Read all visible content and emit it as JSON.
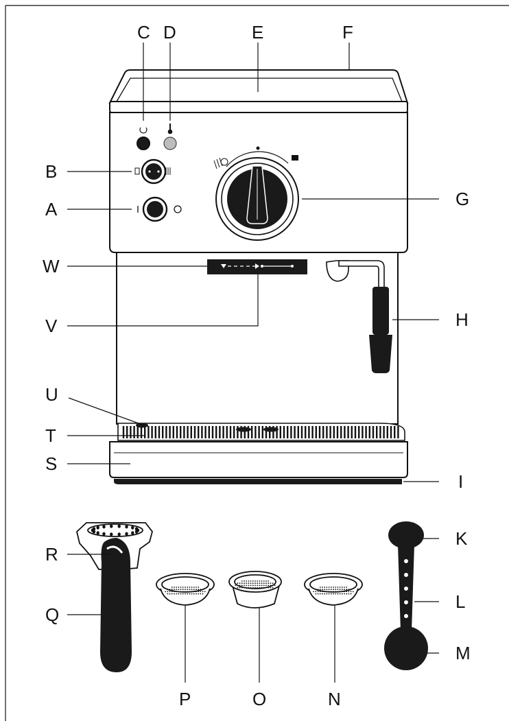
{
  "labels": [
    "A",
    "B",
    "C",
    "D",
    "E",
    "F",
    "G",
    "H",
    "I",
    "K",
    "L",
    "M",
    "N",
    "O",
    "P",
    "Q",
    "R",
    "S",
    "T",
    "U",
    "V",
    "W"
  ],
  "colors": {
    "ink": "#111111",
    "body": "#ffffff",
    "grey": "#bdbdbd",
    "dark": "#1a1a1a"
  }
}
